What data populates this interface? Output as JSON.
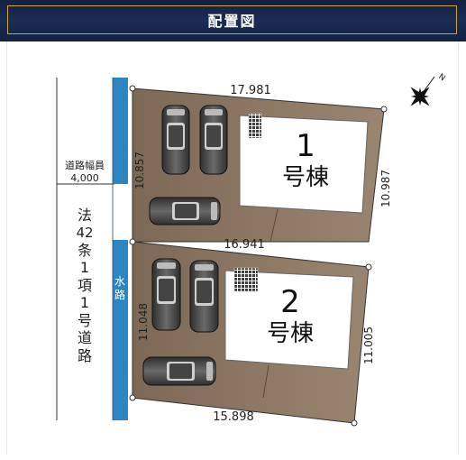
{
  "header": {
    "title": "配置図"
  },
  "road": {
    "width_label": "道路幅員",
    "width_value": "4,000",
    "law_chars": [
      "法",
      "42",
      "条",
      "1",
      "項",
      "1",
      "号",
      "道",
      "路"
    ]
  },
  "channel": {
    "chars": [
      "水",
      "路"
    ]
  },
  "lot1": {
    "building_number": "1",
    "building_suffix": "号棟",
    "dim_top": "17.981",
    "dim_left": "10.857",
    "dim_right": "10.987",
    "dim_bottom": "16.941"
  },
  "lot2": {
    "building_number": "2",
    "building_suffix": "号棟",
    "dim_left": "11.048",
    "dim_right": "11.005",
    "dim_bottom": "15.898"
  },
  "compass": {
    "north_label": "N"
  },
  "colors": {
    "header": "#1b2d55",
    "header_border": "#c9a24a",
    "lot_fill": "#8c7763",
    "building_fill": "#ffffff",
    "channel": "#2e86c1",
    "car_body": "#4a4a4a"
  }
}
